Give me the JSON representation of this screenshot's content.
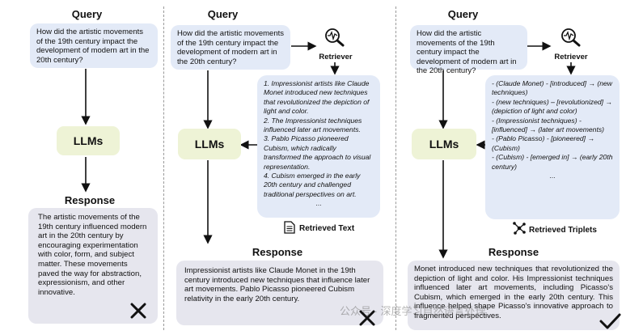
{
  "panels": [
    {
      "query_heading": "Query",
      "query_text": "How did the artistic movements of the 19th century impact the development of modern art in the 20th century?",
      "llm_label": "LLMs",
      "response_heading": "Response",
      "response_text": "The artistic movements of the 19th century influenced modern art in the 20th century by encouraging experimentation with color, form, and subject matter. These movements paved the way for abstraction, expressionism, and other innovative.",
      "verdict_icon": "cross-icon"
    },
    {
      "query_heading": "Query",
      "query_text": "How did the artistic movements of the 19th century impact the development of modern art in the 20th century?",
      "retriever_label": "Retriever",
      "retriever_icon": "search-pulse-icon",
      "retrieved_items": [
        "1. Impressionist artists like Claude Monet introduced new techniques that revolutionized the depiction of light and color.",
        "2. The Impressionist techniques influenced later art movements.",
        "3. Pablo Picasso pioneered Cubism, which radically transformed the approach to visual representation.",
        "4. Cubism emerged in the early 20th century and challenged traditional perspectives on art.",
        "..."
      ],
      "retrieved_label": "Retrieved Text",
      "retrieved_icon": "document-icon",
      "llm_label": "LLMs",
      "response_heading": "Response",
      "response_text": "Impressionist artists like Claude Monet in the 19th century introduced new techniques that influence later art movements. Pablo Picasso pioneered Cubism relativity in the early 20th century.",
      "verdict_icon": "cross-icon"
    },
    {
      "query_heading": "Query",
      "query_text": "How did the artistic movements of the 19th century impact the development of modern art in the 20th century?",
      "retriever_label": "Retriever",
      "retriever_icon": "search-pulse-icon",
      "retrieved_items": [
        "- (Claude Monet) - [introduced] → (new techniques)",
        "- (new techniques) – [revolutionized] → (depiction of light and color)",
        "- (Impressionist techniques) - [influenced] → (later art movements)",
        "- (Pablo Picasso) - [pioneered] → (Cubism)",
        "- (Cubism) - [emerged in] → (early 20th century)",
        "..."
      ],
      "retrieved_label": "Retrieved Triplets",
      "retrieved_icon": "graph-icon",
      "llm_label": "LLMs",
      "response_heading": "Response",
      "response_text": "Monet introduced new techniques that revolutionized the depiction of light and color. His Impressionist techniques influenced later art movements, including Picasso's Cubism, which emerged in the early 20th century. This influence helped shape Picasso's innovative approach to fragmented perspectives.",
      "verdict_icon": "check-icon"
    }
  ],
  "watermark": "公众号 · 深度学习自然语言处理"
}
